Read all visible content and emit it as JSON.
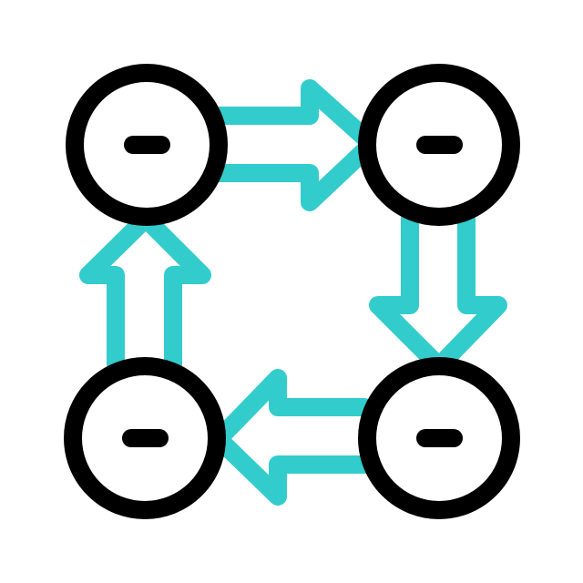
{
  "icon": {
    "name": "cycle-flow-icon",
    "colors": {
      "arrow": "#33CCCC",
      "node_stroke": "#000000",
      "node_fill": "#FFFFFF",
      "background": "#FFFFFF"
    },
    "nodes": [
      {
        "position": "top-left",
        "symbol": "minus"
      },
      {
        "position": "top-right",
        "symbol": "minus"
      },
      {
        "position": "bottom-right",
        "symbol": "minus"
      },
      {
        "position": "bottom-left",
        "symbol": "minus"
      }
    ],
    "arrows": [
      {
        "direction": "right",
        "from": "top-left",
        "to": "top-right"
      },
      {
        "direction": "down",
        "from": "top-right",
        "to": "bottom-right"
      },
      {
        "direction": "left",
        "from": "bottom-right",
        "to": "bottom-left"
      },
      {
        "direction": "up",
        "from": "bottom-left",
        "to": "top-left"
      }
    ]
  }
}
